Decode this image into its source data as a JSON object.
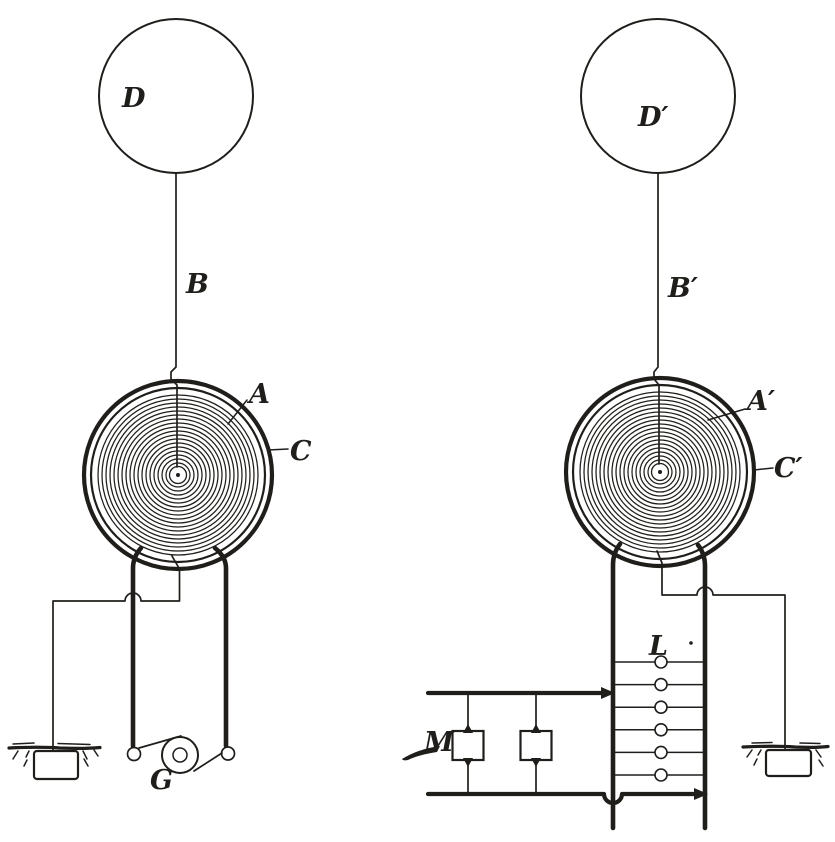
{
  "palette": {
    "ink": "#201e1b",
    "paper": "#ffffff"
  },
  "coils": {
    "turns": 18,
    "r_inner": 12,
    "pitch": 4
  },
  "transmitter": {
    "terminal_label": "D",
    "conductor_label": "B",
    "spiral_label": "A",
    "ring_label": "C",
    "generator_label": "G"
  },
  "receiver": {
    "terminal_label": "D′",
    "conductor_label": "B′",
    "spiral_label": "A′",
    "ring_label": "C′",
    "lamps_label": "L",
    "motors_label": "M",
    "lamp_count": 6,
    "motor_count": 2
  }
}
